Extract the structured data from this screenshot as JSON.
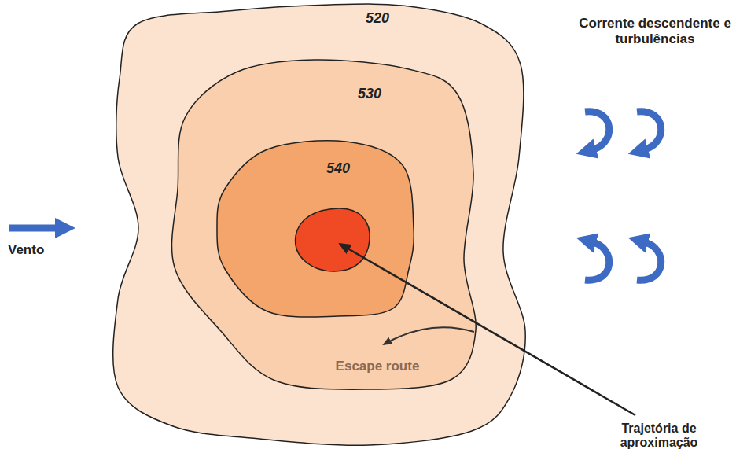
{
  "diagram": {
    "nodes": [
      {
        "text": [
          "520"
        ]
      },
      {
        "text": [
          "530"
        ],
        "in": 0
      },
      {
        "text": [
          "540"
        ],
        "in": 1
      }
    ],
    "labels": [
      "Vento",
      "Corrente descendente e turbulências",
      "Escape route",
      "Trajetória de aproximação"
    ]
  }
}
